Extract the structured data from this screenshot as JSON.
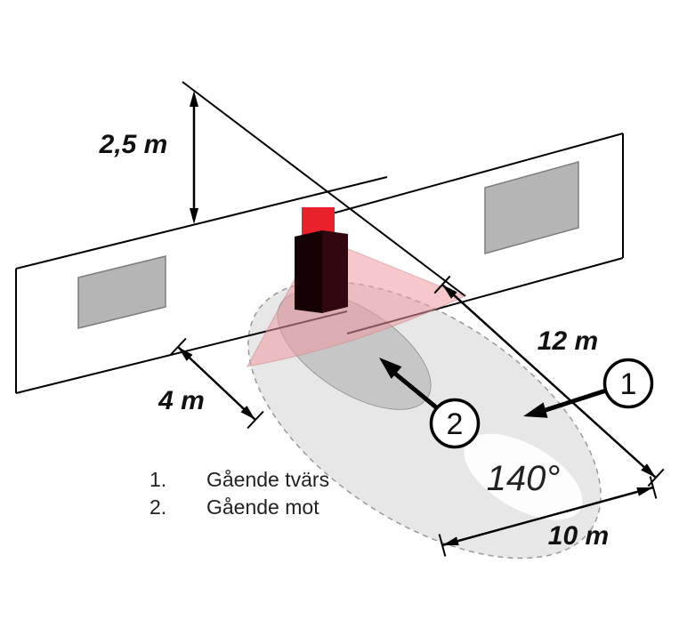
{
  "diagram": {
    "dim_height": "2,5 m",
    "dim_width_near": "4 m",
    "dim_length": "12 m",
    "dim_width_far": "10 m",
    "angle": "140°",
    "callout_1": "1",
    "callout_2": "2",
    "legend": {
      "items": [
        {
          "num": "1.",
          "label": "Gående tvärs"
        },
        {
          "num": "2.",
          "label": "Gående mot"
        }
      ]
    },
    "colors": {
      "sensor_cap": "#e8212b",
      "sensor_front": "#140204",
      "sensor_side": "#310710",
      "beam": "#ef9aa0",
      "zone": "#e7e7e7",
      "zone_inner": "#c6c6c6",
      "window": "#b5b5b5"
    }
  }
}
